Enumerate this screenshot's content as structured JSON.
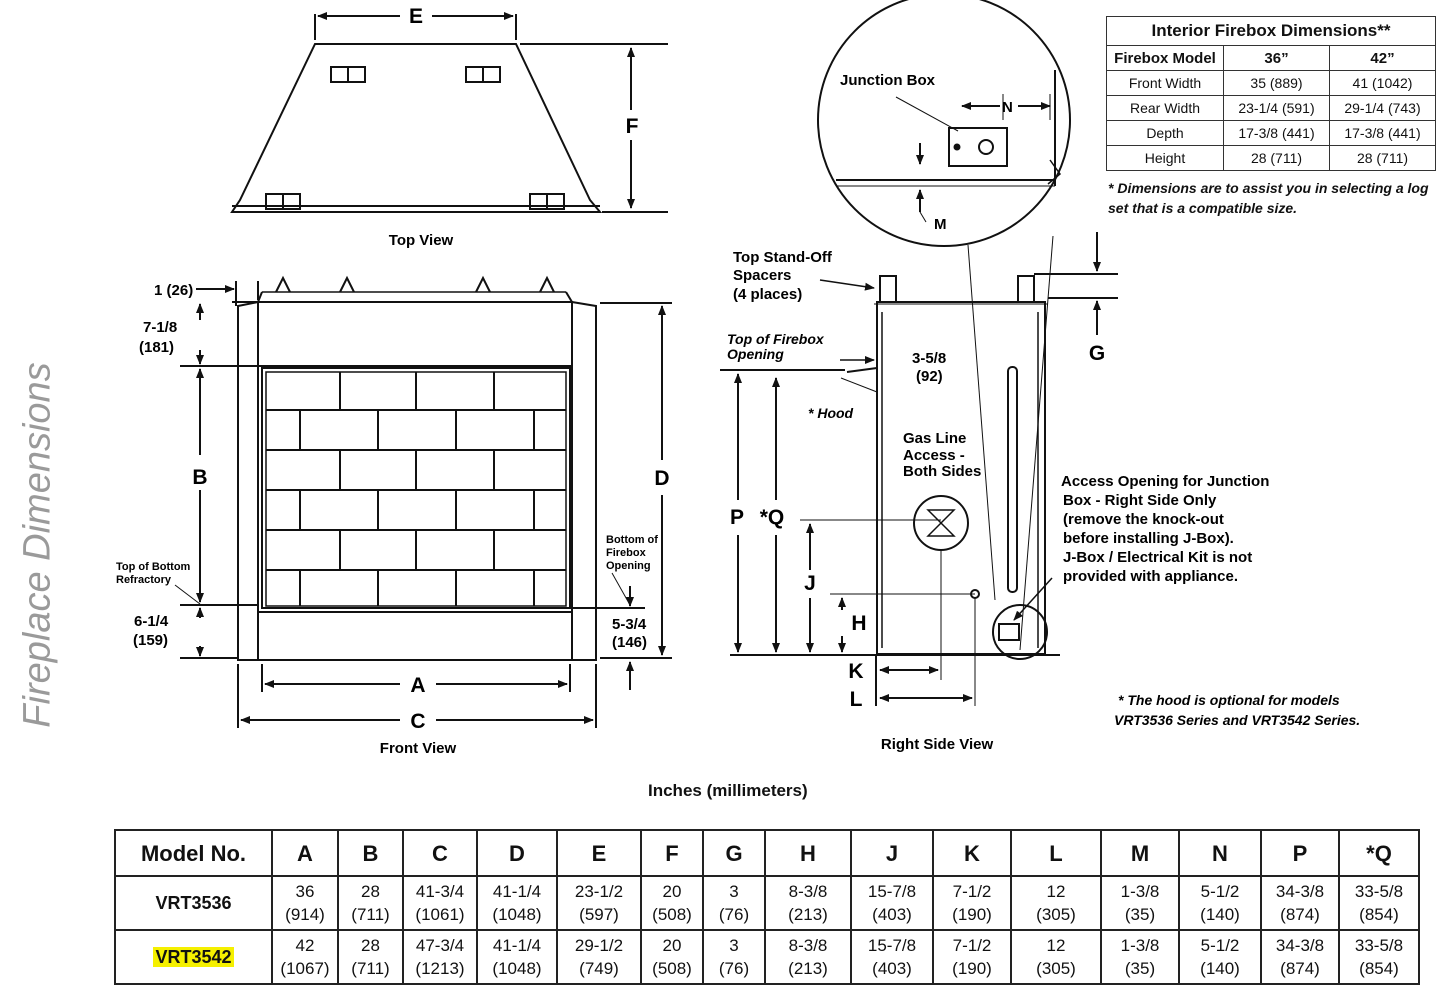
{
  "side_title": "Fireplace Dimensions",
  "views": {
    "top": "Top View",
    "front": "Front View",
    "right": "Right Side View"
  },
  "dim_letters": {
    "A": "A",
    "B": "B",
    "C": "C",
    "D": "D",
    "E": "E",
    "F": "F",
    "G": "G",
    "H": "H",
    "J": "J",
    "K": "K",
    "L": "L",
    "M": "M",
    "N": "N",
    "P": "P",
    "Q": "*Q"
  },
  "front_dims": {
    "d1": "1 (26)",
    "d2a": "7-1/8",
    "d2b": "(181)",
    "d3a": "6-1/4",
    "d3b": "(159)",
    "d4a": "5-3/4",
    "d4b": "(146)",
    "top_refractory_1": "Top of Bottom",
    "top_refractory_2": "Refractory",
    "bottom_firebox_1": "Bottom of",
    "bottom_firebox_2": "Firebox",
    "bottom_firebox_3": "Opening"
  },
  "side_labels": {
    "standoff_1": "Top Stand-Off",
    "standoff_2": "Spacers",
    "standoff_3": "(4 places)",
    "firebox_open_1": "Top of Firebox",
    "firebox_open_2": "Opening",
    "d35a": "3-5/8",
    "d35b": "(92)",
    "hood": "* Hood",
    "gas_1": "Gas Line",
    "gas_2": "Access -",
    "gas_3": "Both Sides",
    "junction_box": "Junction Box",
    "access_1": "Access Opening for Junction",
    "access_2": "Box - Right Side Only",
    "access_3": "(remove the knock-out",
    "access_4": "before installing J-Box).",
    "access_5": "J-Box / Electrical Kit is not",
    "access_6": "provided with appliance."
  },
  "hood_note_1": "*  The hood is optional for models",
  "hood_note_2": "VRT3536 Series and VRT3542 Series.",
  "interior_table": {
    "title": "Interior Firebox Dimensions**",
    "headers": [
      "Firebox Model",
      "36”",
      "42”"
    ],
    "rows": [
      [
        "Front Width",
        "35 (889)",
        "41 (1042)"
      ],
      [
        "Rear Width",
        "23-1/4 (591)",
        "29-1/4 (743)"
      ],
      [
        "Depth",
        "17-3/8 (441)",
        "17-3/8 (441)"
      ],
      [
        "Height",
        "28 (711)",
        "28 (711)"
      ]
    ],
    "note": "*  Dimensions are to assist you in selecting a log set that is a compatible size."
  },
  "units": "Inches (millimeters)",
  "main_table": {
    "headers": [
      "Model No.",
      "A",
      "B",
      "C",
      "D",
      "E",
      "F",
      "G",
      "H",
      "J",
      "K",
      "L",
      "M",
      "N",
      "P",
      "*Q"
    ],
    "rows": [
      {
        "model": "VRT3536",
        "highlight": false,
        "cells": [
          [
            "36",
            "(914)"
          ],
          [
            "28",
            "(711)"
          ],
          [
            "41-3/4",
            "(1061)"
          ],
          [
            "41-1/4",
            "(1048)"
          ],
          [
            "23-1/2",
            "(597)"
          ],
          [
            "20",
            "(508)"
          ],
          [
            "3",
            "(76)"
          ],
          [
            "8-3/8",
            "(213)"
          ],
          [
            "15-7/8",
            "(403)"
          ],
          [
            "7-1/2",
            "(190)"
          ],
          [
            "12",
            "(305)"
          ],
          [
            "1-3/8",
            "(35)"
          ],
          [
            "5-1/2",
            "(140)"
          ],
          [
            "34-3/8",
            "(874)"
          ],
          [
            "33-5/8",
            "(854)"
          ]
        ]
      },
      {
        "model": "VRT3542",
        "highlight": true,
        "cells": [
          [
            "42",
            "(1067)"
          ],
          [
            "28",
            "(711)"
          ],
          [
            "47-3/4",
            "(1213)"
          ],
          [
            "41-1/4",
            "(1048)"
          ],
          [
            "29-1/2",
            "(749)"
          ],
          [
            "20",
            "(508)"
          ],
          [
            "3",
            "(76)"
          ],
          [
            "8-3/8",
            "(213)"
          ],
          [
            "15-7/8",
            "(403)"
          ],
          [
            "7-1/2",
            "(190)"
          ],
          [
            "12",
            "(305)"
          ],
          [
            "1-3/8",
            "(35)"
          ],
          [
            "5-1/2",
            "(140)"
          ],
          [
            "34-3/8",
            "(874)"
          ],
          [
            "33-5/8",
            "(854)"
          ]
        ]
      }
    ],
    "highlight_color": "#f5f000"
  }
}
